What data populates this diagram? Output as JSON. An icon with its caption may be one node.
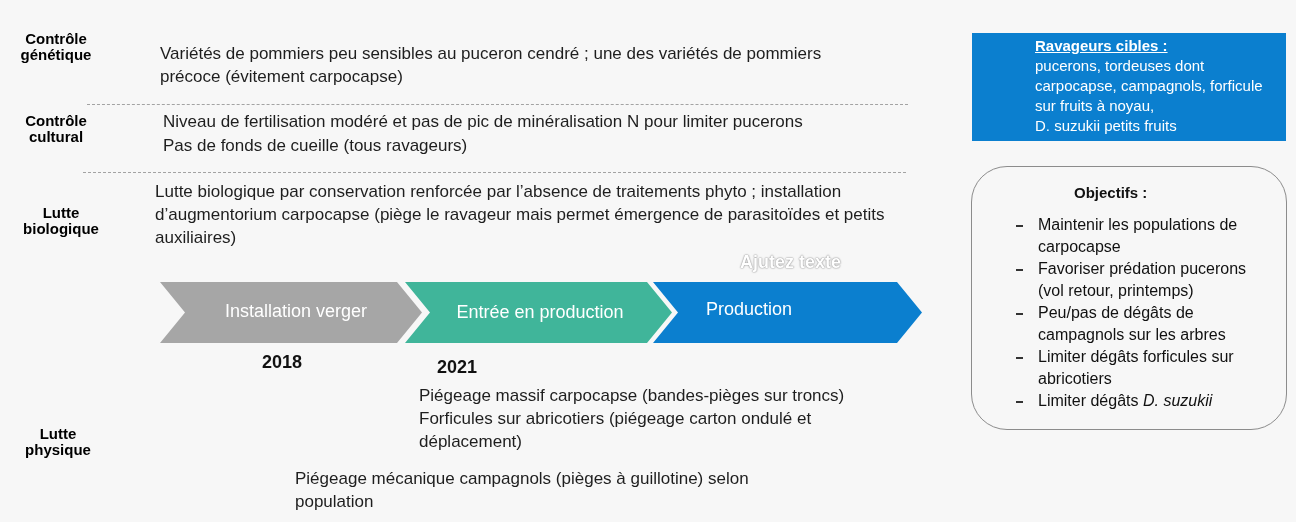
{
  "diagram": {
    "nodes": [
      {
        "text": [
          "Installation verger"
        ],
        "beside": [
          "2018"
        ]
      },
      {
        "text": [
          "Entrée en production"
        ],
        "beside": [
          "2021"
        ]
      },
      {
        "text": [
          "Production"
        ],
        "beside": [
          "Ajutez texte"
        ]
      },
      {
        "text": [
          "Ravageurs cibles :",
          "pucerons, tordeuses dont carpocapse, campagnols, forficule sur fruits à noyau,",
          "D. suzukii petits fruits"
        ]
      },
      {
        "text": [
          "Objectifs :",
          "Maintenir les populations de carpocapse",
          "Favoriser prédation pucerons (vol retour, printemps)",
          "Peu/pas de dégâts de campagnols sur les arbres",
          "Limiter dégâts forficules sur abricotiers",
          "Limiter dégâts *D. suzukii*"
        ]
      }
    ],
    "labels": [
      "Contrôle génétique",
      "Variétés de pommiers peu sensibles au puceron cendré ; une des variétés de pommiers précoce (évitement carpocapse)",
      "Contrôle cultural",
      "Niveau de fertilisation modéré et pas de pic de minéralisation N pour limiter pucerons",
      "Pas de fonds de cueille (tous ravageurs)",
      "Lutte biologique",
      "Lutte biologique par conservation renforcée par l’absence de traitements phyto ; installation d’augmentorium carpocapse (piège le ravageur mais permet émergence de parasitoïdes et petits auxiliaires)",
      "Piégeage massif carpocapse (bandes-pièges sur troncs)",
      "Forficules sur abricotiers (piégeage carton ondulé et déplacement)",
      "Lutte physique",
      "Piégeage mécanique campagnols (pièges à guillotine) selon population"
    ]
  }
}
